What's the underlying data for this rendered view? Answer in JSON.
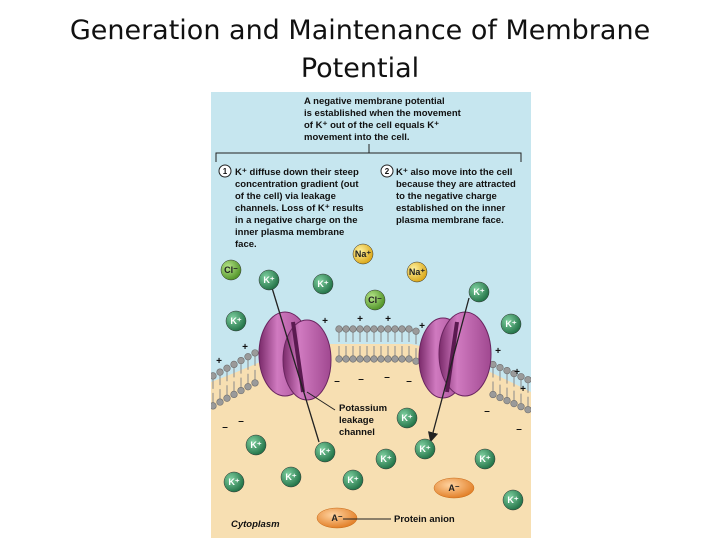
{
  "slide": {
    "title_line1": "Generation and Maintenance of Membrane",
    "title_line2": "Potential"
  },
  "figure": {
    "intro": [
      "A negative membrane potential",
      "is established when the movement",
      "of K⁺ out of the cell equals K⁺",
      "movement into the cell."
    ],
    "step1": {
      "number": "1",
      "lines": [
        "K⁺ diffuse down their steep",
        "concentration gradient (out",
        "of the cell) via leakage",
        "channels. Loss of K⁺ results",
        "in a negative charge on the",
        "inner plasma membrane",
        "face."
      ]
    },
    "step2": {
      "number": "2",
      "lines": [
        "K⁺ also move into the cell",
        "because they are attracted",
        "to the negative charge",
        "established on the inner",
        "plasma membrane face."
      ]
    },
    "channel_label": [
      "Potassium",
      "leakage",
      "channel"
    ],
    "protein_anion_label": "Protein anion",
    "cytoplasm_label": "Cytoplasm",
    "ion_labels": {
      "k": "K⁺",
      "na": "Na⁺",
      "cl": "Cl⁻",
      "anion": "A⁻"
    },
    "charges": {
      "plus": "+",
      "minus": "–"
    },
    "colors": {
      "extracellular": "#c6e6ef",
      "cytoplasm": "#f7dfb2",
      "potassium": "#2f8a58",
      "sodium": "#f0c52a",
      "chloride": "#6cb33f",
      "anion": "#f39a3e",
      "channel": "#b4509a",
      "lipid_head": "#9a9a9a"
    }
  }
}
